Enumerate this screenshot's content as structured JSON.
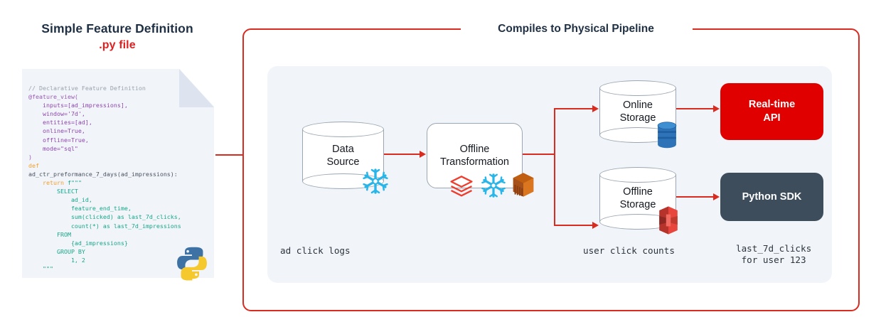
{
  "left": {
    "title": "Simple Feature Definition",
    "subtitle": ".py file",
    "code": {
      "l01": "// Declarative Feature Definition",
      "l02": "@feature_view(",
      "l03": "    inputs=[ad_impressions],",
      "l04": "    window='7d',",
      "l05": "    entities=[ad],",
      "l06": "    online=True,",
      "l07": "    offline=True,",
      "l08": "    mode=\"sql\"",
      "l09": ")",
      "l10": "def",
      "l11": "ad_ctr_preformance_7_days(ad_impressions):",
      "l12": "    return ",
      "l12b": "f\"\"\"",
      "l13": "        SELECT",
      "l14": "            ad_id,",
      "l15": "            feature_end_time,",
      "l16": "            sum(clicked) as last_7d_clicks,",
      "l17": "            count(*) as last_7d_impressions",
      "l18": "        FROM",
      "l19": "            {ad_impressions}",
      "l20": "        GROUP BY",
      "l21": "            1, 2",
      "l22": "    \"\"\""
    },
    "python_logo_icon": "python-logo-icon"
  },
  "frame": {
    "title": "Compiles to Physical Pipeline"
  },
  "pipeline": {
    "nodes": [
      {
        "id": "data-source",
        "label": "Data\nSource",
        "label_line1": "Data",
        "label_line2": "Source",
        "shape": "cylinder",
        "icons": [
          "snowflake-icon"
        ]
      },
      {
        "id": "offline-transformation",
        "label_line1": "Offline",
        "label_line2": "Transformation",
        "shape": "rounded-rect",
        "icons": [
          "databricks-icon",
          "snowflake-icon",
          "aws-emr-icon"
        ]
      },
      {
        "id": "online-storage",
        "label_line1": "Online",
        "label_line2": "Storage",
        "shape": "cylinder",
        "icons": [
          "dynamodb-icon"
        ]
      },
      {
        "id": "offline-storage",
        "label_line1": "Offline",
        "label_line2": "Storage",
        "shape": "cylinder",
        "icons": [
          "aws-s3-icon"
        ]
      },
      {
        "id": "realtime-api",
        "label_line1": "Real-time",
        "label_line2": "API",
        "shape": "solid-box",
        "color": "#e00000"
      },
      {
        "id": "python-sdk",
        "label_line1": "Python SDK",
        "label_line2": "",
        "shape": "solid-box",
        "color": "#3d4d5c"
      }
    ],
    "captions": {
      "data_source": "ad click logs",
      "storage": "user click counts",
      "output_line1": "last_7d_clicks",
      "output_line2": " for user 123"
    }
  },
  "colors": {
    "accent_red": "#d92b20",
    "title_navy": "#1f3044",
    "panel_bg": "#f1f5f9",
    "realtime_api": "#e00000",
    "python_sdk": "#3d4d5c",
    "snowflake": "#29b5e8",
    "databricks": "#ee3d2c",
    "aws_orange": "#d9761f",
    "dynamodb_blue": "#2e73b8",
    "s3_red": "#e8453c"
  }
}
